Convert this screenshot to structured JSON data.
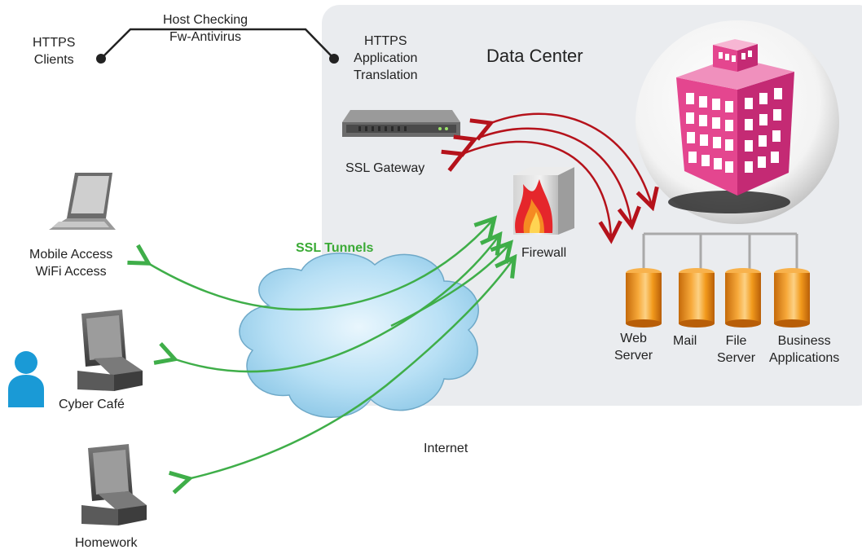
{
  "labels": {
    "https_clients": "HTTPS\nClients",
    "host_checking": "Host Checking\nFw-Antivirus",
    "https_app_translation": "HTTPS\nApplication\nTranslation",
    "data_center": "Data Center",
    "ssl_gateway": "SSL Gateway",
    "firewall": "Firewall",
    "ssl_tunnels": "SSL Tunnels",
    "internet": "Internet",
    "mobile_access": "Mobile Access\nWiFi Access",
    "cyber_cafe": "Cyber Café",
    "homework": "Homework",
    "web_server": "Web\nServer",
    "mail": "Mail",
    "file_server": "File\nServer",
    "business_applications": "Business\nApplications"
  },
  "colors": {
    "datacenter_bg": "#eaecef",
    "tunnel_green": "#3fae49",
    "flow_red": "#b5121b",
    "server_orange": "#f39a1e",
    "building_pink": "#e4468f",
    "cloud_blue": "#9fd1ec",
    "user_blue": "#1a9ad6"
  },
  "icons": [
    "laptop-icon",
    "desktop-icon",
    "user-icon",
    "ssl-gateway-icon",
    "firewall-icon",
    "building-icon",
    "server-icon",
    "cloud-icon"
  ]
}
